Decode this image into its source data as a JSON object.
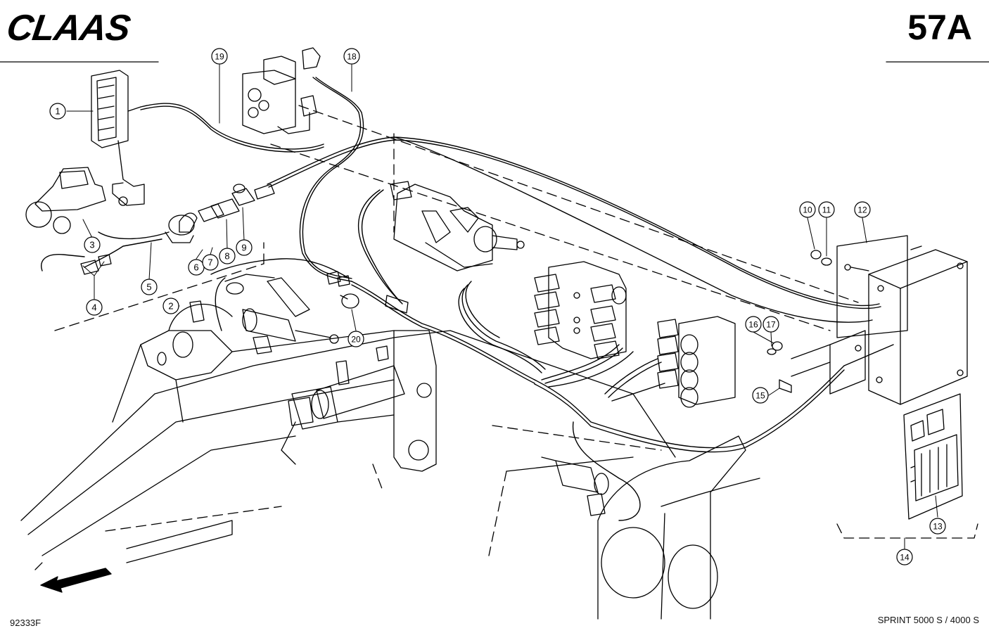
{
  "header": {
    "brand": "CLAAS",
    "page_code": "57A"
  },
  "footer": {
    "drawing_number": "92333F",
    "model": "SPRINT 5000 S / 4000 S"
  },
  "callouts": [
    {
      "id": "1",
      "label": "1"
    },
    {
      "id": "2",
      "label": "2"
    },
    {
      "id": "3",
      "label": "3"
    },
    {
      "id": "4",
      "label": "4"
    },
    {
      "id": "5",
      "label": "5"
    },
    {
      "id": "6",
      "label": "6"
    },
    {
      "id": "7",
      "label": "7"
    },
    {
      "id": "8",
      "label": "8"
    },
    {
      "id": "9",
      "label": "9"
    },
    {
      "id": "10",
      "label": "10"
    },
    {
      "id": "11",
      "label": "11"
    },
    {
      "id": "12",
      "label": "12"
    },
    {
      "id": "13",
      "label": "13"
    },
    {
      "id": "14",
      "label": "14"
    },
    {
      "id": "15",
      "label": "15"
    },
    {
      "id": "16",
      "label": "16"
    },
    {
      "id": "17",
      "label": "17"
    },
    {
      "id": "18",
      "label": "18"
    },
    {
      "id": "19",
      "label": "19"
    },
    {
      "id": "20",
      "label": "20"
    }
  ]
}
